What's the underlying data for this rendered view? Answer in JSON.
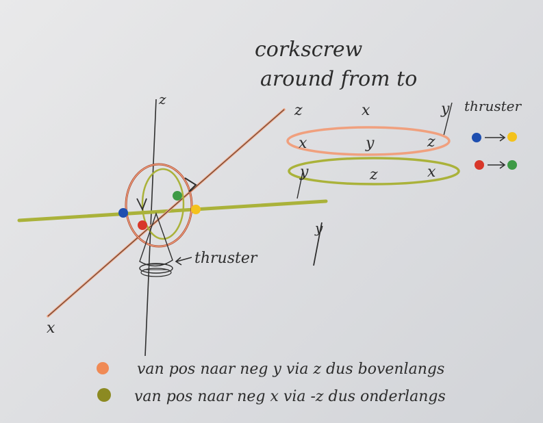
{
  "colors": {
    "paper": "#e3e4e6",
    "pencil": "#2e2e2e",
    "orange": "#f0a07e",
    "olive": "#aab23a",
    "red": "#d8372a",
    "green": "#3d9a45",
    "blue": "#1e4fb0",
    "yellow": "#f4c21c",
    "legend_orange": "#f08a55",
    "legend_olive": "#8c8a22"
  },
  "title": {
    "line1": "corkscrew",
    "line2": "around from to"
  },
  "axes": {
    "z": "z",
    "x": "x",
    "y": "y"
  },
  "table": {
    "headers": [
      "z",
      "x",
      "y"
    ],
    "row1": [
      "x",
      "y",
      "z"
    ],
    "row2": [
      "y",
      "z",
      "x"
    ]
  },
  "thruster_heading": "thruster",
  "thruster_label": "thruster",
  "legend": [
    {
      "color_key": "legend_orange",
      "text": "van pos naar neg y via z dus bovenlangs"
    },
    {
      "color_key": "legend_olive",
      "text": "van pos naar neg x via -z dus onderlangs"
    }
  ]
}
